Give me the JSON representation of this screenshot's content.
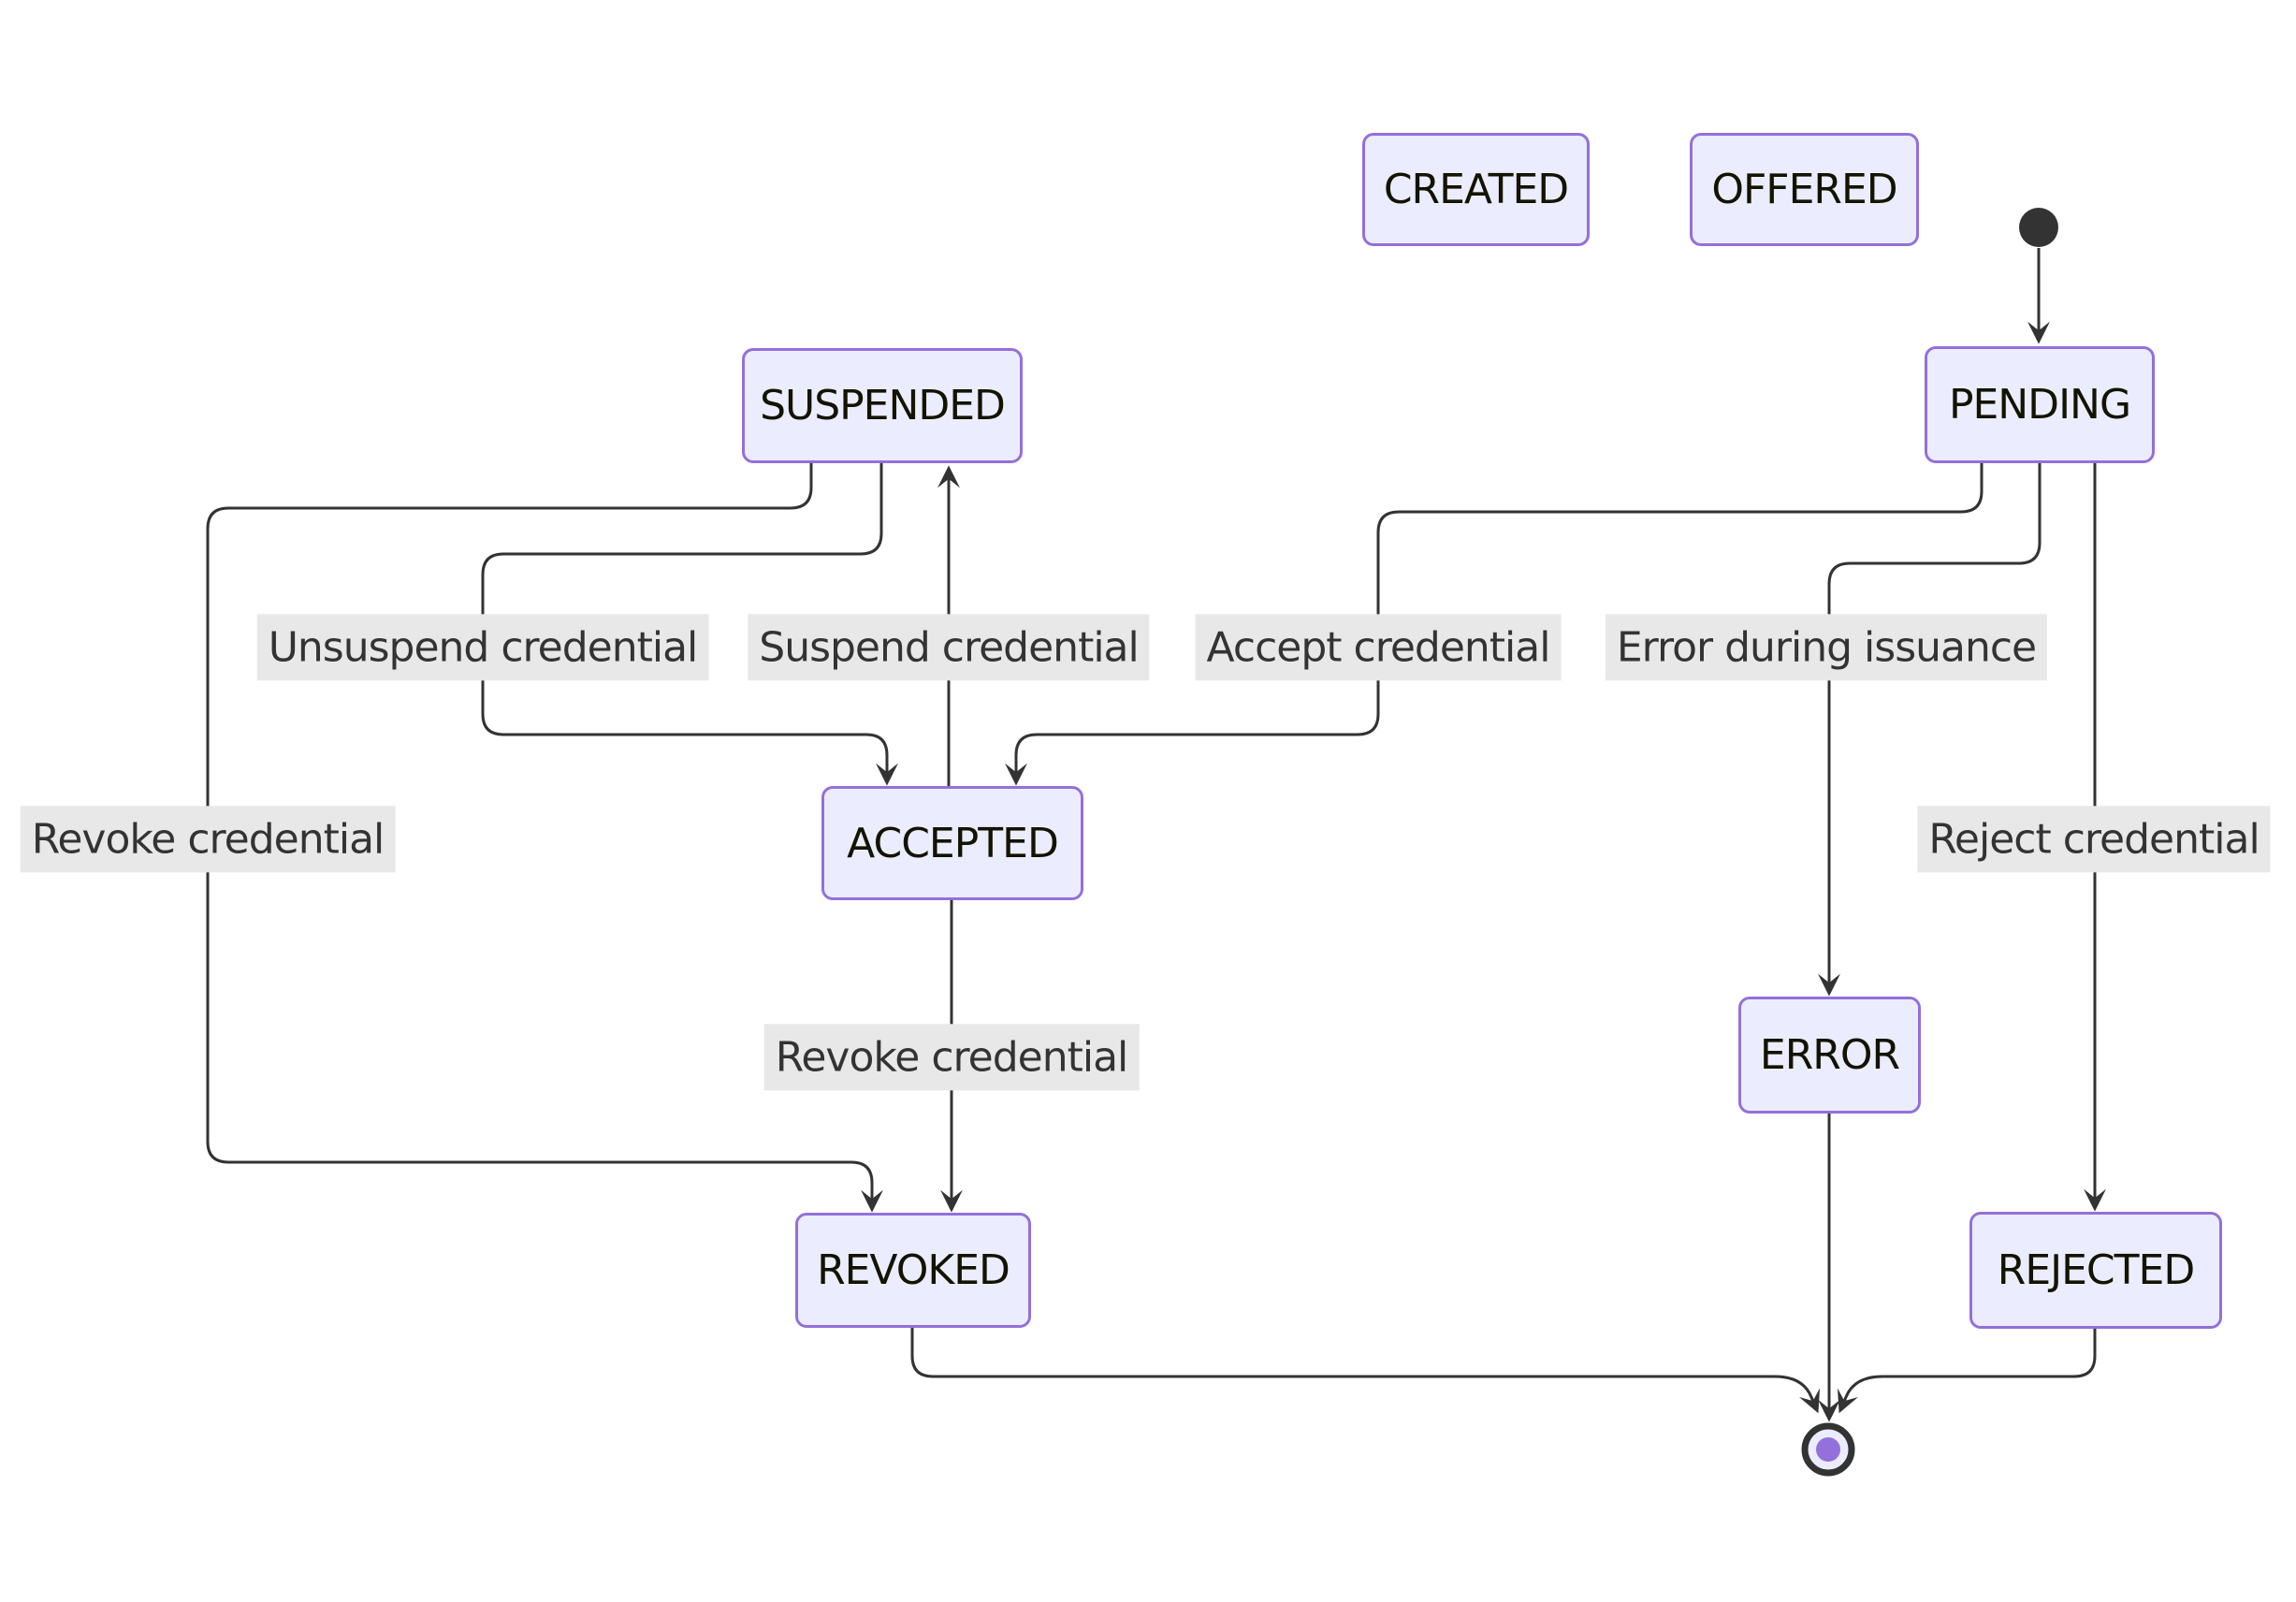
{
  "diagram": {
    "type": "state-diagram",
    "nodes": [
      {
        "id": "CREATED",
        "label": "CREATED"
      },
      {
        "id": "OFFERED",
        "label": "OFFERED"
      },
      {
        "id": "PENDING",
        "label": "PENDING"
      },
      {
        "id": "SUSPENDED",
        "label": "SUSPENDED"
      },
      {
        "id": "ACCEPTED",
        "label": "ACCEPTED"
      },
      {
        "id": "ERROR",
        "label": "ERROR"
      },
      {
        "id": "REVOKED",
        "label": "REVOKED"
      },
      {
        "id": "REJECTED",
        "label": "REJECTED"
      }
    ],
    "edges": [
      {
        "from": "start",
        "to": "PENDING",
        "label": ""
      },
      {
        "from": "SUSPENDED",
        "to": "ACCEPTED",
        "label": "Unsuspend credential"
      },
      {
        "from": "ACCEPTED",
        "to": "SUSPENDED",
        "label": "Suspend credential"
      },
      {
        "from": "PENDING",
        "to": "ACCEPTED",
        "label": "Accept credential"
      },
      {
        "from": "PENDING",
        "to": "ERROR",
        "label": "Error during issuance"
      },
      {
        "from": "SUSPENDED",
        "to": "REVOKED",
        "label": "Revoke credential"
      },
      {
        "from": "ACCEPTED",
        "to": "REVOKED",
        "label": "Revoke credential"
      },
      {
        "from": "PENDING",
        "to": "REJECTED",
        "label": "Reject credential"
      },
      {
        "from": "ERROR",
        "to": "end",
        "label": ""
      },
      {
        "from": "REVOKED",
        "to": "end",
        "label": ""
      },
      {
        "from": "REJECTED",
        "to": "end",
        "label": ""
      }
    ],
    "markers": {
      "start_state": "filled-circle",
      "end_state": "ringed-circle"
    },
    "colors": {
      "background": "#ffffff",
      "node_fill": "#ECECFF",
      "node_border": "#9370DB",
      "node_text": "#131300",
      "edge": "#333333",
      "edge_label_bg": "#e8e8e8",
      "edge_label_text": "#333333",
      "start_marker": "#333333",
      "end_ring": "#333333",
      "end_fill": "#ECECFF",
      "end_dot": "#9370DB"
    }
  }
}
